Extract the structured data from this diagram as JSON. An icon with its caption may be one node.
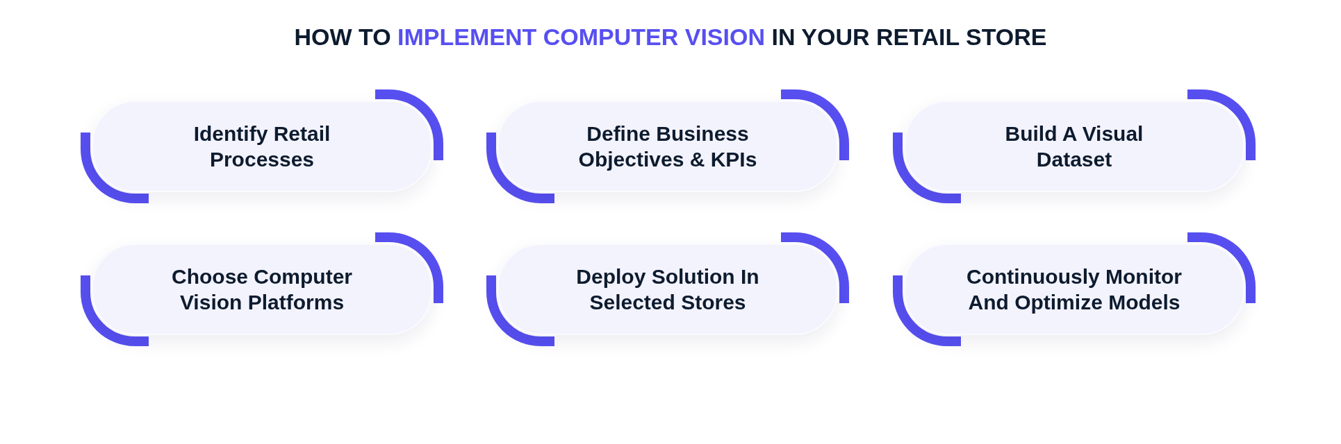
{
  "diagram": {
    "title": "HOW TO **IMPLEMENT COMPUTER VISION** IN YOUR RETAIL STORE",
    "nodes": [
      {
        "text": [
          "Identify Retail Processes"
        ]
      },
      {
        "text": [
          "Define Business Objectives & KPIs"
        ]
      },
      {
        "text": [
          "Build A Visual Dataset"
        ]
      },
      {
        "text": [
          "Choose Computer Vision Platforms"
        ]
      },
      {
        "text": [
          "Deploy Solution In Selected Stores"
        ]
      },
      {
        "text": [
          "Continuously Monitor And Optimize Models"
        ]
      }
    ]
  }
}
